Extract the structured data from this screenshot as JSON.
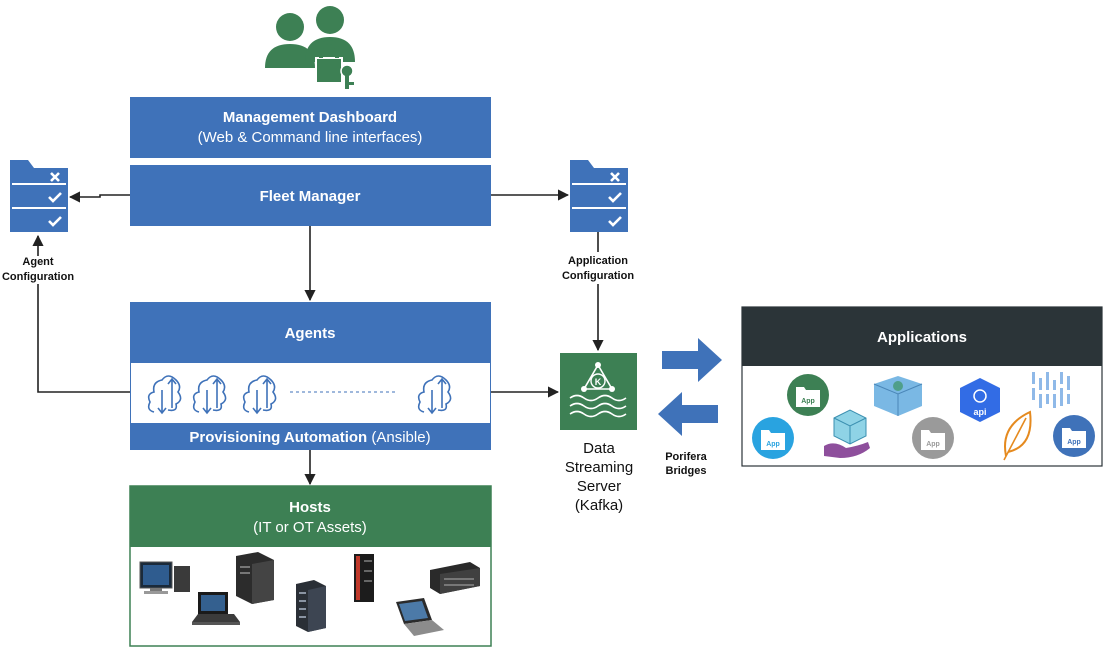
{
  "management": {
    "title": "Management Dashboard",
    "subtitle": "(Web & Command line interfaces)"
  },
  "fleet_manager": {
    "title": "Fleet Manager"
  },
  "agents": {
    "title": "Agents"
  },
  "provisioning": {
    "title": "Provisioning Automation",
    "suffix": " (Ansible)"
  },
  "hosts": {
    "title": "Hosts",
    "subtitle": "(IT or OT Assets)"
  },
  "agent_config": {
    "line1": "Agent",
    "line2": "Configuration"
  },
  "app_config": {
    "line1": "Application",
    "line2": "Configuration"
  },
  "kafka": {
    "line1": "Data",
    "line2": "Streaming",
    "line3": "Server",
    "line4": "(Kafka)",
    "icon_letter": "K"
  },
  "bridges": {
    "line1": "Porifera",
    "line2": "Bridges"
  },
  "applications": {
    "title": "Applications",
    "app_icon_label": "App",
    "api_label": "api"
  },
  "colors": {
    "blue": "#3f72b9",
    "green": "#3d8054",
    "dark": "#2b3438",
    "icon_green": "#3d8054"
  }
}
